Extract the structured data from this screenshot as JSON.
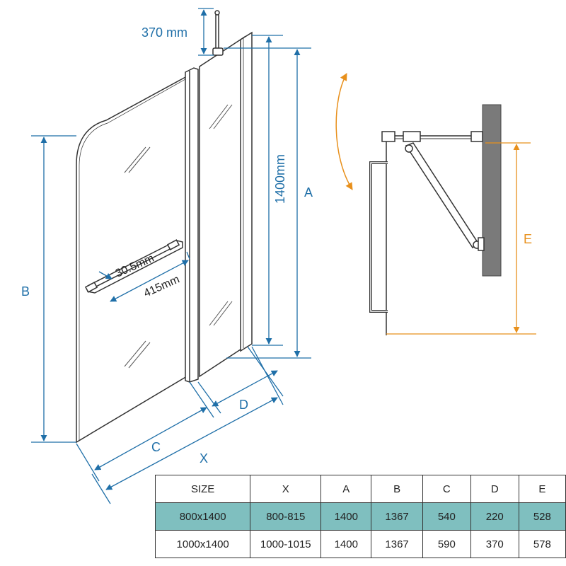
{
  "dimensions": {
    "hinge_arm": "370 mm",
    "height": "1400mm",
    "towel_bar_gap": "30.5mm",
    "towel_bar_length": "415mm",
    "A": "A",
    "B": "B",
    "C": "C",
    "D": "D",
    "X": "X",
    "E": "E"
  },
  "colors": {
    "dimension": "#1f6fa8",
    "arrow_e": "#e8901c",
    "glass": "#333333",
    "wall": "#7a7a7a",
    "highlight_row": "#7fbfbf"
  },
  "table": {
    "headers": [
      "SIZE",
      "X",
      "A",
      "B",
      "C",
      "D",
      "E"
    ],
    "rows": [
      [
        "800x1400",
        "800-815",
        "1400",
        "1367",
        "540",
        "220",
        "528"
      ],
      [
        "1000x1400",
        "1000-1015",
        "1400",
        "1367",
        "590",
        "370",
        "578"
      ]
    ],
    "highlighted_row": 0
  }
}
